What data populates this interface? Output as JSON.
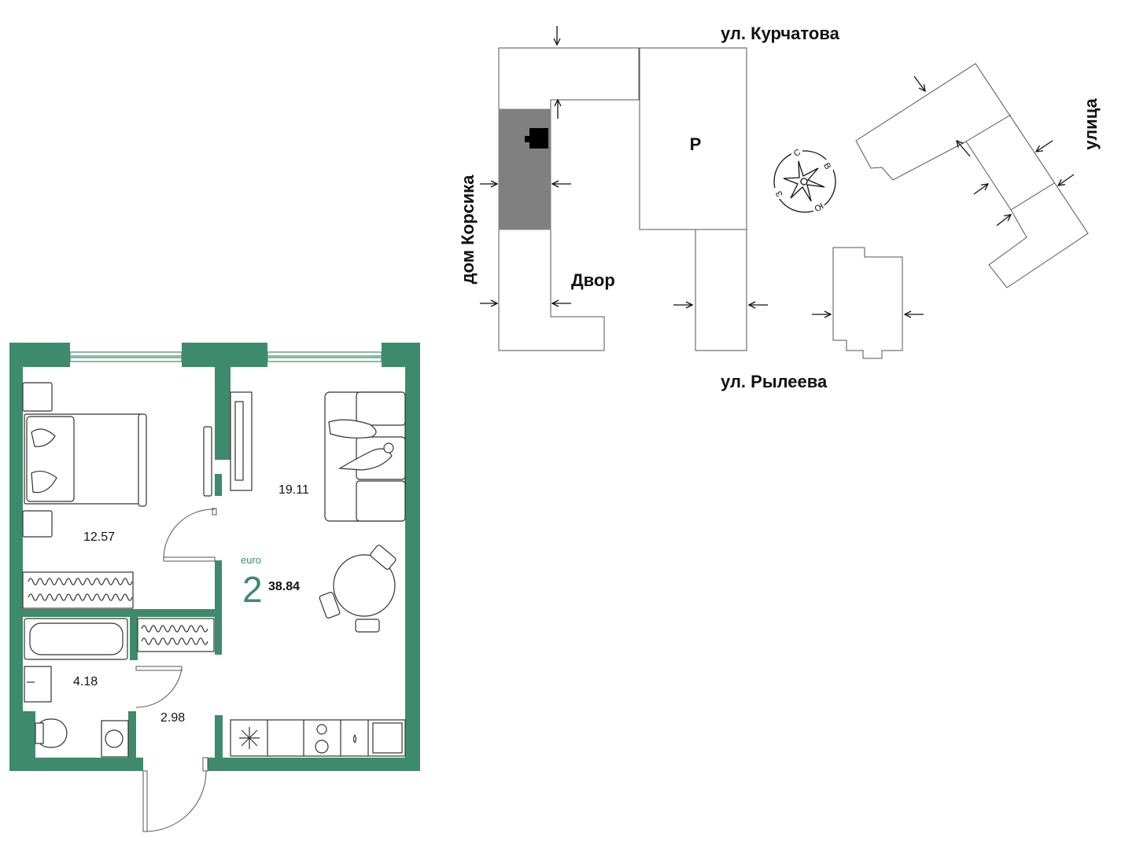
{
  "site_plan": {
    "street_top": "ул. Курчатова",
    "street_bottom": "ул. Рылеева",
    "street_right": "улица",
    "street_left": "дом Корсика",
    "courtyard": "Двор",
    "parking": "Р",
    "compass": {
      "north": "С",
      "east": "В",
      "south": "Ю",
      "west": "З"
    },
    "colors": {
      "highlight": "#808080",
      "outline": "#555555"
    }
  },
  "floor_plan": {
    "type_label": "euro",
    "rooms_count": "2",
    "total_area": "38.84",
    "rooms": {
      "bedroom": "12.57",
      "living_kitchen": "19.11",
      "bathroom": "4.18",
      "hallway": "2.98"
    },
    "colors": {
      "wall": "#3e8a6c",
      "accent_text": "#3e8a6c"
    }
  }
}
